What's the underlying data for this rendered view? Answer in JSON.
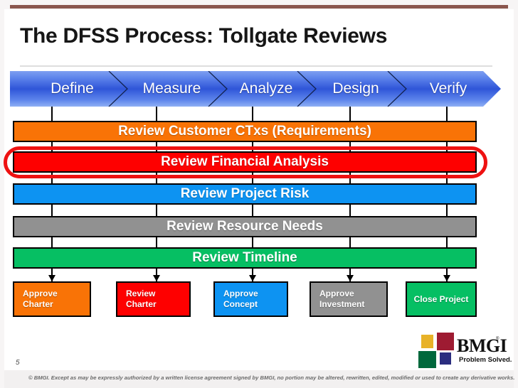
{
  "slide": {
    "title": "The DFSS Process: Tollgate Reviews",
    "page_number": "5",
    "copyright": "© BMGI. Except as may be expressly authorized by a written license agreement signed by BMGI, no portion may be altered, rewritten, edited, modified or used to create any derivative works.",
    "accent_top_rule": "#8a564e"
  },
  "phases": [
    {
      "label": "Define",
      "color": "#2f55d8"
    },
    {
      "label": "Measure",
      "color": "#2f55d8"
    },
    {
      "label": "Analyze",
      "color": "#2f55d8"
    },
    {
      "label": "Design",
      "color": "#2f55d8"
    },
    {
      "label": "Verify",
      "color": "#2f55d8"
    }
  ],
  "review_bars": [
    {
      "label": "Review Customer CTxs (Requirements)",
      "color": "#f97306",
      "highlighted": false
    },
    {
      "label": "Review Financial Analysis",
      "color": "#fe0000",
      "highlighted": true
    },
    {
      "label": "Review Project Risk",
      "color": "#0d93f2",
      "highlighted": false
    },
    {
      "label": "Review Resource Needs",
      "color": "#919191",
      "highlighted": false
    },
    {
      "label": "Review Timeline",
      "color": "#06bf63",
      "highlighted": false
    }
  ],
  "gates": [
    {
      "line1": "Approve",
      "line2": "Charter",
      "color": "#f97306"
    },
    {
      "line1": "Review",
      "line2": "Charter",
      "color": "#fe0000"
    },
    {
      "line1": "Approve",
      "line2": "Concept",
      "color": "#0d93f2"
    },
    {
      "line1": "Approve",
      "line2": "Investment",
      "color": "#919191"
    },
    {
      "line1": "Close Project",
      "line2": "",
      "color": "#06bf63"
    }
  ],
  "logo": {
    "wordmark": "BMGI",
    "trademark": "®",
    "tagline": "Problem Solved.",
    "colors": {
      "gold": "#e8b228",
      "red": "#9e1b32",
      "green": "#00683c",
      "navy": "#2b2d7f"
    }
  }
}
